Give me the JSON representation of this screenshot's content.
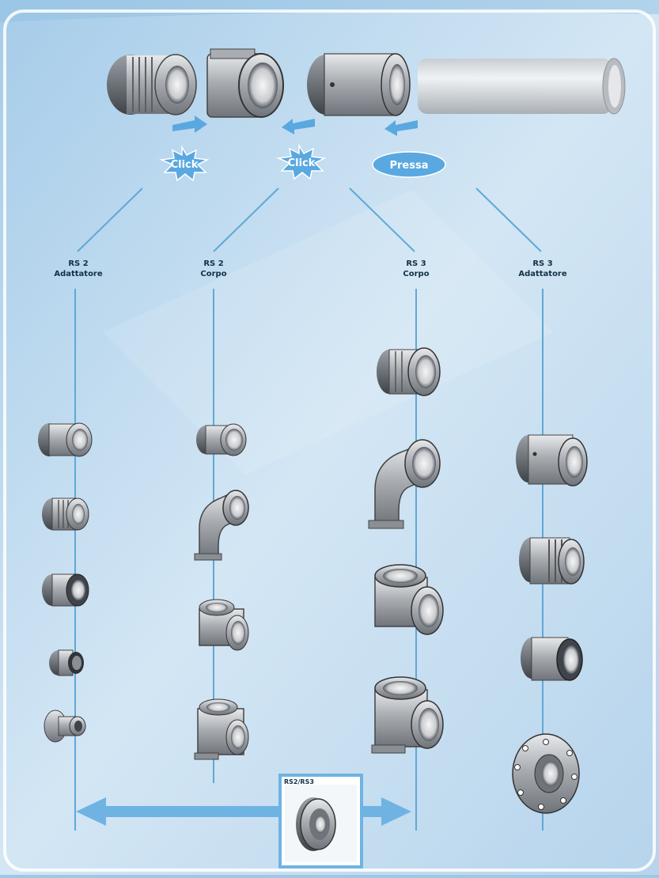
{
  "columns": [
    {
      "line1": "RS 2",
      "line2": "Adattatore"
    },
    {
      "line1": "RS 2",
      "line2": "Corpo"
    },
    {
      "line1": "RS 3",
      "line2": "Corpo"
    },
    {
      "line1": "RS 3",
      "line2": "Adattatore"
    }
  ],
  "badges": {
    "click_1": "Click",
    "click_2": "Click",
    "pressa": "Pressa"
  },
  "box": {
    "label": "RS2/RS3"
  },
  "colors": {
    "background": "#b9d7ee",
    "line": "#5fa8d6",
    "badge": "#5aa8e0",
    "arrow": "#6fb3e3",
    "metal": "#c9ccd0",
    "frame": "#ffffff"
  },
  "icons": {
    "component_top": "metal-fitting-icon",
    "pipe": "pipe-icon",
    "flange": "flange-icon",
    "elbow": "elbow-fitting-icon",
    "tee": "tee-fitting-icon"
  }
}
